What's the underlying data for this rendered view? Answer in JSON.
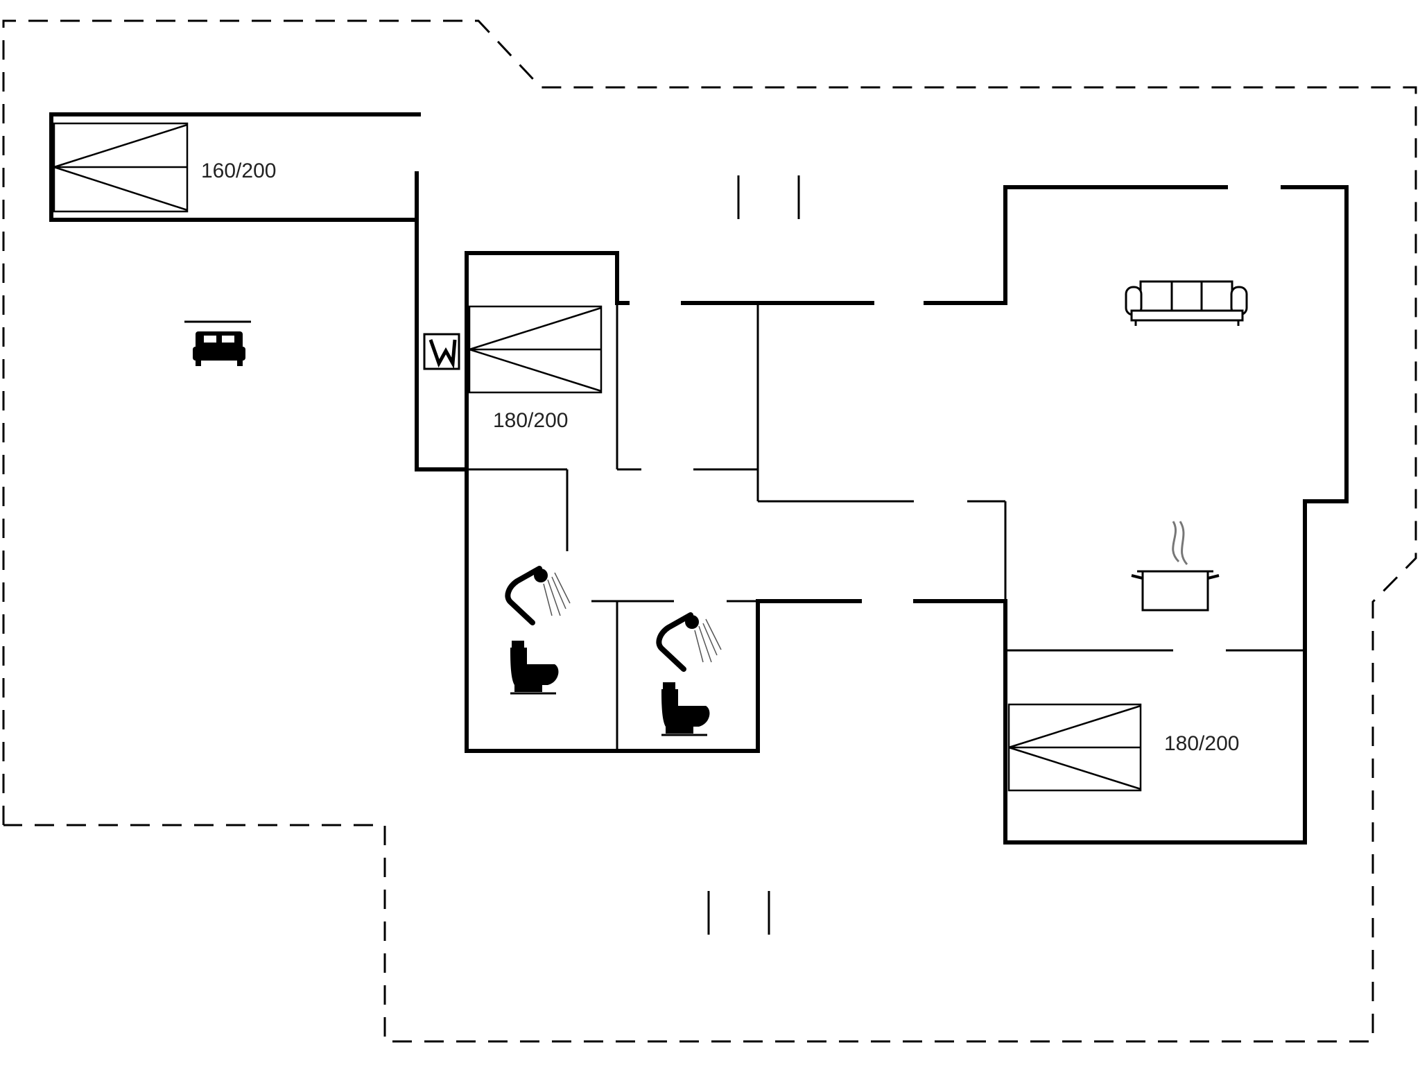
{
  "beds": [
    {
      "id": "bed-1",
      "label": "160/200"
    },
    {
      "id": "bed-2",
      "label": "180/200"
    },
    {
      "id": "bed-3",
      "label": "180/200"
    }
  ],
  "icons": [
    "double-bed-icon",
    "sofa-icon",
    "cooking-pot-icon",
    "shower-icon",
    "toilet-icon",
    "washing-machine-icon"
  ],
  "colors": {
    "wall": "#000000",
    "background": "#ffffff",
    "steam": "#888888"
  }
}
